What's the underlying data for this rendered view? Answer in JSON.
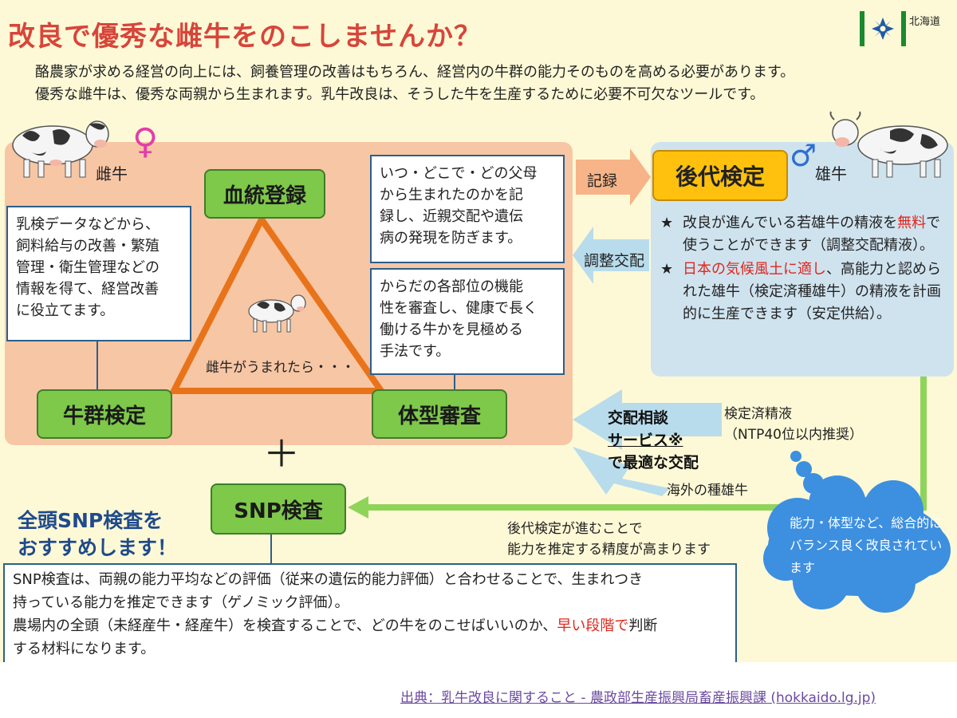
{
  "title": "改良で優秀な雌牛をのこしませんか？",
  "logo": {
    "text": "北海道",
    "color_green": "#1a8a2e"
  },
  "intro": {
    "line1": "酪農家が求める経営の向上には、飼養管理の改善はもちろん、経営内の牛群の能力そのものを高める必要があります。",
    "line2": "優秀な雌牛は、優秀な両親から生まれます。乳牛改良は、そうした牛を生産するために必要不可欠なツールです。"
  },
  "female": {
    "symbol": "♀",
    "label": "雌牛"
  },
  "male": {
    "symbol": "♂",
    "label": "雄牛"
  },
  "green_buttons": {
    "pedigree": "血統登録",
    "herd_test": "牛群検定",
    "type_eval": "体型審査",
    "snp": "SNP検査"
  },
  "boxes": {
    "pedigree_desc": [
      "いつ・どこで・どの父母",
      "から生まれたのかを記",
      "録し、近親交配や遺伝",
      "病の発現を防ぎます。"
    ],
    "herd_desc": [
      "乳検データなどから、",
      "飼料給与の改善・繁殖",
      "管理・衛生管理などの",
      "情報を得て、経営改善",
      "に役立てます。"
    ],
    "type_desc": [
      "からだの各部位の機能",
      "性を審査し、健康で長く",
      "働ける牛かを見極める",
      "手法です。"
    ]
  },
  "triangle_caption": "雌牛がうまれたら・・・",
  "arrows": {
    "record": "記録",
    "adjust_mating": "調整交配",
    "tested_semen_1": "検定済精液",
    "tested_semen_2": "（NTP40位以内推奨）",
    "overseas_bulls": "海外の種雄牛",
    "progeny_precision_1": "後代検定が進むことで",
    "progeny_precision_2": "能力を推定する精度が高まります"
  },
  "progeny_test": {
    "label": "後代検定",
    "bullet1_pre": "改良が進んでいる若雄牛の精液を",
    "bullet1_red": "無料",
    "bullet1_post": "で使うことができます（調整交配精液）。",
    "bullet2_red": "日本の気候風土に適し",
    "bullet2_post": "、高能力と認められた雄牛（検定済種雄牛）の精液を計画的に生産できます（安定供給）。",
    "star": "★"
  },
  "service": {
    "line1": "交配相談",
    "line2": "サービス※",
    "line3": "で最適な交配"
  },
  "plus": "＋",
  "snp_recommend": {
    "line1": "全頭SNP検査を",
    "line2": "おすすめします！"
  },
  "cloud": "能力・体型など、総合的にバランス良く改良されています",
  "bottom": {
    "line1": "SNP検査は、両親の能力平均などの評価（従来の遺伝的能力評価）と合わせることで、生まれつき",
    "line2": "持っている能力を推定できます（ゲノミック評価）。",
    "line3_pre": "農場内の全頭（未経産牛・経産牛）を検査することで、どの牛をのこせばいいのか、",
    "line3_red": "早い段階で",
    "line3_post": "判断",
    "line4": "する材料になります。"
  },
  "source": "出典：乳牛改良に関すること - 農政部生産振興局畜産振興課 (hokkaido.lg.jp)",
  "colors": {
    "background": "#fdf9d6",
    "orange_panel": "#f7c6a4",
    "blue_panel": "#cfe3ef",
    "green_button": "#7ec84a",
    "triangle": "#e8731a",
    "title_red": "#d8453a",
    "progeny_yellow": "#ffc10e",
    "cloud_blue": "#3d8fe0",
    "green_arrow": "#8fd45a",
    "light_blue_arrow": "#b8dcec"
  }
}
